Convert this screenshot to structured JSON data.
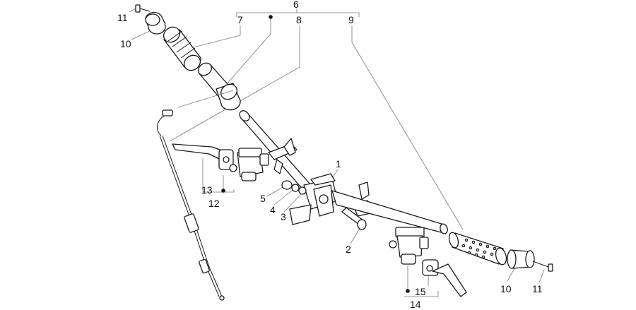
{
  "callouts": [
    {
      "id": "c6",
      "text": "6"
    },
    {
      "id": "c7",
      "text": "7"
    },
    {
      "id": "c8",
      "text": "8"
    },
    {
      "id": "c9",
      "text": "9"
    },
    {
      "id": "c11a",
      "text": "11"
    },
    {
      "id": "c10a",
      "text": "10"
    },
    {
      "id": "c1",
      "text": "1"
    },
    {
      "id": "c2",
      "text": "2"
    },
    {
      "id": "c3",
      "text": "3"
    },
    {
      "id": "c4",
      "text": "4"
    },
    {
      "id": "c5",
      "text": "5"
    },
    {
      "id": "c13",
      "text": "13"
    },
    {
      "id": "c12",
      "text": "12"
    },
    {
      "id": "c15",
      "text": "15"
    },
    {
      "id": "c14",
      "text": "14"
    },
    {
      "id": "c10b",
      "text": "10"
    },
    {
      "id": "c11b",
      "text": "11"
    }
  ],
  "colors": {
    "line": "#1a1a1a",
    "leader": "#777777",
    "background": "#ffffff"
  }
}
